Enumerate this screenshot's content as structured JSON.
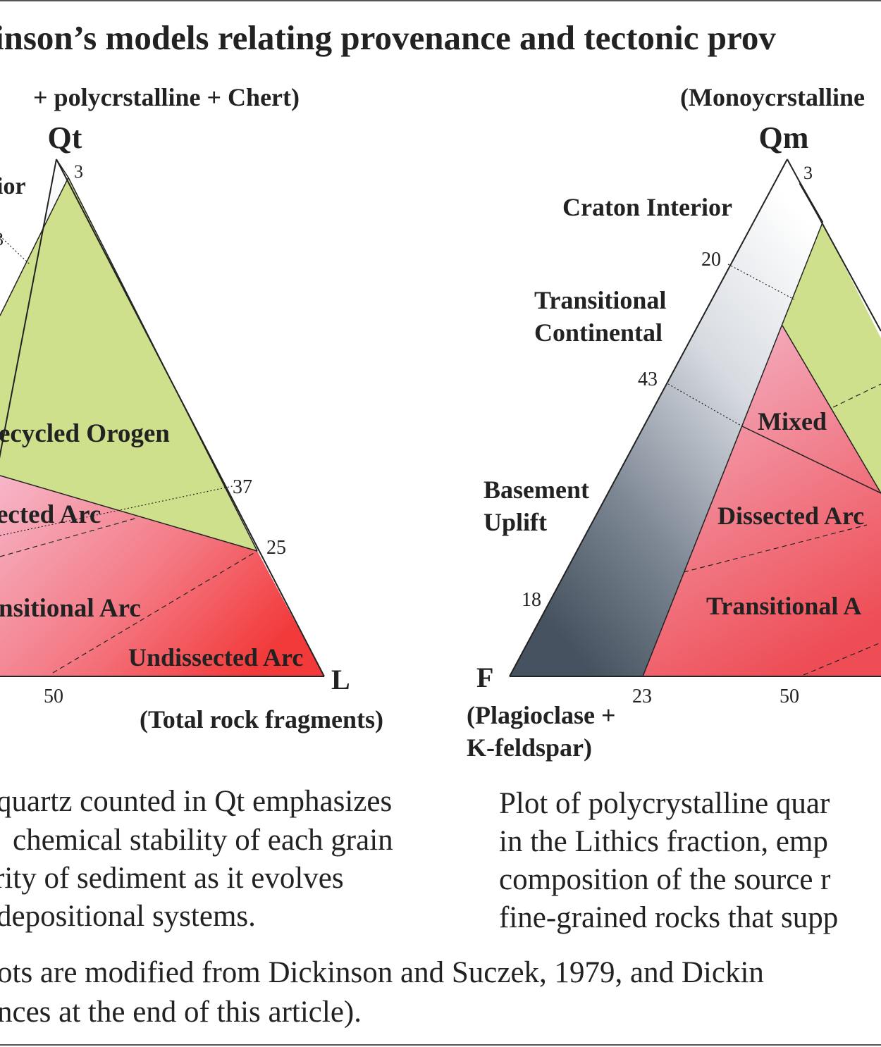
{
  "title": "inson’s models relating provenance and tectonic prov",
  "left_plot": {
    "top_note": "+ polycrstalline + Chert)",
    "apex_label": "Qt",
    "right_vertex_label": "L",
    "right_vertex_note": "(Total rock fragments)",
    "region_labels": {
      "craton": "ior",
      "recycled": "ecycled Orogen",
      "dissected": "ected Arc",
      "transitional": "nsitional Arc",
      "undissected": "Undissected Arc"
    },
    "tick_values": {
      "apex": "3",
      "side_upper": "3",
      "right_37": "37",
      "right_25": "25",
      "base_50": "50"
    }
  },
  "right_plot": {
    "top_note": "(Monoycrstalline",
    "apex_label": "Qm",
    "left_vertex_label": "F",
    "left_vertex_note_1": "(Plagioclase +",
    "left_vertex_note_2": "K-feldspar)",
    "region_labels": {
      "craton": "Craton Interior",
      "transitional_continental_1": "Transitional",
      "transitional_continental_2": "Continental",
      "basement_1": "Basement",
      "basement_2": "Uplift",
      "mixed": "Mixed",
      "dissected": "Dissected Arc",
      "transitional": "Transitional A"
    },
    "tick_values": {
      "apex": "3",
      "left_20": "20",
      "left_43": "43",
      "left_18": "18",
      "base_23": "23",
      "base_50": "50"
    }
  },
  "captions": {
    "left_lines": [
      "quartz counted in Qt emphasizes",
      "chemical stability of each grain",
      "rity of sediment as it evolves",
      "depositional systems."
    ],
    "right_lines": [
      "Plot of polycrystalline quar",
      "in the Lithics fraction, emp",
      "composition of the source r",
      "fine-grained rocks that supp"
    ],
    "footer_lines": [
      "ots are modified from Dickinson and Suczek, 1979, and Dickin",
      "nces at the end of this article)."
    ]
  },
  "colors": {
    "recycled_orogen": "#cfe08c",
    "arc_pink": "#f2a4b8",
    "arc_red": "#f24d4d",
    "continental_dark": "#4a5766",
    "text": "#222222"
  }
}
